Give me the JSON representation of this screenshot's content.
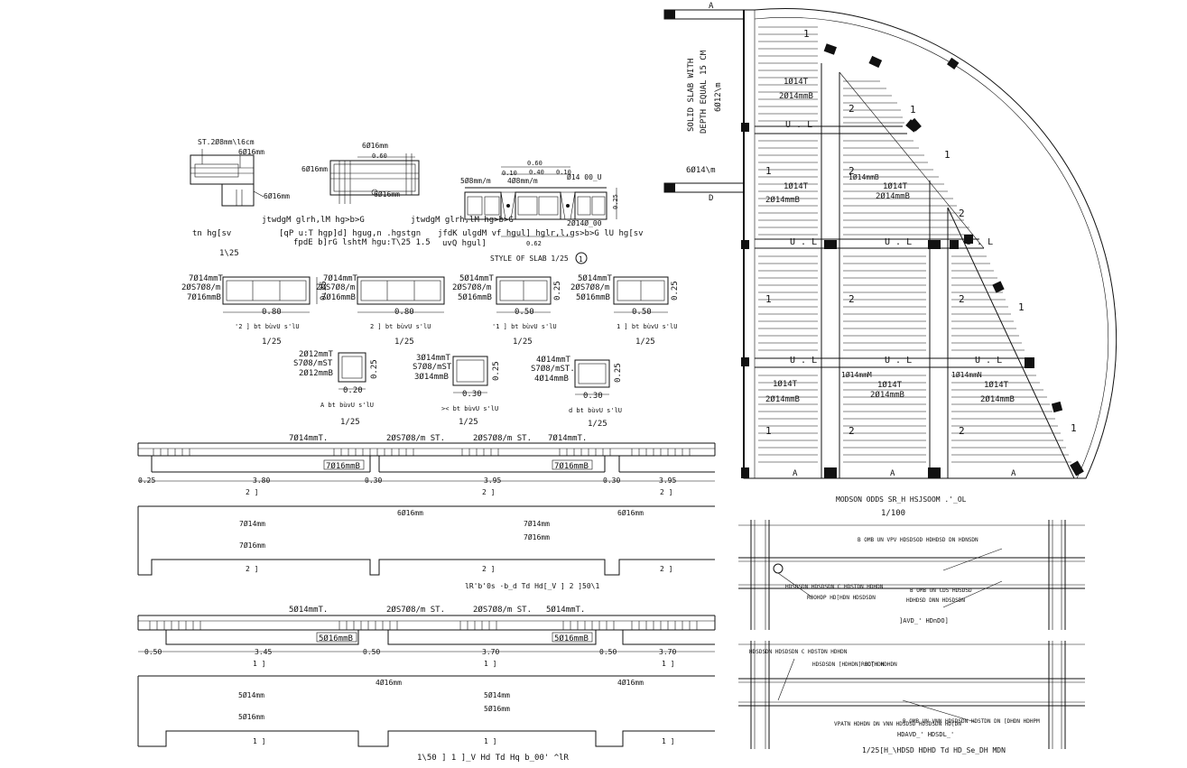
{
  "cad": {
    "details": {
      "d1_top": "ST.2Ø8mm\\l6cm",
      "d1_bar1": "6Ø16mm",
      "d1_bar2": "6Ø16mm",
      "d2_top": "6Ø16mm",
      "d2_dim": "0.60",
      "d2_left": "6Ø16mm",
      "d2_bottom": "6Ø16mm",
      "style_dim1": "0.60",
      "style_dim2": "0.10",
      "style_dim3": "0.40",
      "style_dim4": "0.10",
      "style_top": "Ø14 00_U",
      "style_mesh1": "5Ø8mm/m",
      "style_mesh2": "4Ø8mm/m",
      "style_dim5": "0.25",
      "style_bot": "2Ø14Ø_00",
      "style_width": "0.62",
      "style_label": "STYLE OF SLAB 1/25",
      "style_num": "1",
      "d1_caption": "tn hg[sv",
      "d1_scale": "1\\25",
      "d2_caption1": "jtwdgM glrh,lM hg>b>G",
      "d2_caption2": "[qP u:T hgp]d] hgug,n .hgstgn",
      "d2_caption3": "fpdE b]rG lshtM hgu:T\\25   1.5",
      "d3_caption1": "jtwdgM glrh,lM hg>b>G",
      "d3_caption2": "jfdK ulgdM vf hgul] hglr,l,gs>b>G lU hg[sv",
      "d3_caption3": "uvQ hgul]"
    },
    "beams": [
      {
        "top": "7Ø14mmT",
        "mid": "2ØS7Ø8/m",
        "bot": "7Ø16mmB",
        "w": "0.80",
        "cap": "'2 ] bt bùvU s'lU",
        "scale": "1/25"
      },
      {
        "top": "7Ø14mmT",
        "mid": "2ØS7Ø8/m",
        "bot": "7Ø16mmB",
        "w": "0.80",
        "cap": "2 ] bt bùvU s'lU",
        "scale": "1/25"
      },
      {
        "top": "5Ø14mmT",
        "mid": "2ØS7Ø8/m",
        "bot": "5Ø16mmB",
        "w": "0.50",
        "cap": "'1 ] bt bùvU s'lU",
        "scale": "1/25"
      },
      {
        "top": "5Ø14mmT",
        "mid": "2ØS7Ø8/m",
        "bot": "5Ø16mmB",
        "w": "0.50",
        "cap": "1 ] bt bùvU s'lU",
        "scale": "1/25"
      }
    ],
    "beam_depth": "0.25",
    "columns": [
      {
        "top": "2Ø12mmT",
        "mid": "S7Ø8/mST",
        "bot": "2Ø12mmB",
        "w": "0.20",
        "cap": "A bt bùvU s'lU",
        "scale": "1/25"
      },
      {
        "top": "3Ø14mmT",
        "mid": "S7Ø8/mST",
        "bot": "3Ø14mmB",
        "w": "0.30",
        "cap": ">< bt bùvU s'lU",
        "scale": "1/25"
      },
      {
        "top": "4Ø14mmT",
        "mid": "S7Ø8/mST.",
        "bot": "4Ø14mmB",
        "w": "0.30",
        "cap": "d bt bùvU s'lU",
        "scale": "1/25"
      }
    ],
    "column_depth": "0.25",
    "elev1": {
      "top_left": "7Ø14mmT.",
      "stir1": "2ØS7Ø8/m  ST.",
      "stir2": "2ØS7Ø8/m  ST.",
      "top_right": "7Ø14mmT.",
      "bot1": "7Ø16mmB",
      "bot2": "7Ø16mmB",
      "d_edge1": "0.25",
      "span1": "3.80",
      "d_sup1": "0.30",
      "span2": "3.95",
      "d_sup2": "0.30",
      "span3": "3.95",
      "lbl1": "2 ]",
      "lbl2": "2 ]",
      "lbl3": "2 ]",
      "b_top1": "6Ø16mm",
      "b_top2": "6Ø16mm",
      "b_m1": "7Ø14mm",
      "b_m2": "7Ø14mm",
      "b_m3": "7Ø16mm",
      "b_m4": "7Ø16mm",
      "b_lbl1": "2 ]",
      "b_lbl2": "2 ]",
      "b_lbl3": "2 ]",
      "caption": "lR'b'0s ·b_d Td Hd[_V ]  2  ]50\\1"
    },
    "elev2": {
      "top_left": "5Ø14mmT.",
      "stir1": "2ØS7Ø8/m  ST.",
      "stir2": "2ØS7Ø8/m  ST.",
      "top_right": "5Ø14mmT.",
      "bot1": "5Ø16mmB",
      "bot2": "5Ø16mmB",
      "d_edge1": "0.50",
      "span1": "3.45",
      "d_sup1": "0.50",
      "span2": "3.70",
      "d_sup2": "0.50",
      "span3": "3.70",
      "lbl1": "1 ]",
      "lbl2": "1 ]",
      "lbl3": "1 ]",
      "b_top1": "4Ø16mm",
      "b_top2": "4Ø16mm",
      "b_m1": "5Ø14mm",
      "b_m2": "5Ø14mm",
      "b_m3": "5Ø16mm",
      "b_m4": "5Ø16mm",
      "b_lbl1": "1 ]",
      "b_lbl2": "1 ]",
      "b_lbl3": "1 ]",
      "caption": "1\\50  ] 1  ]_V Hd Td Hq b_00' ^lR"
    },
    "plan": {
      "solid1": "SOLID SLAB WITH",
      "solid2": "DEPTH EQUAL 15 CM",
      "solid3": "6Ø12\\m",
      "bar_left": "6Ø14\\m",
      "axisA": "A",
      "axisD": "D",
      "r1_a": "1Ø14T",
      "r1_b": "2Ø14mmB",
      "r2_a": "1Ø14T",
      "r2_b": "2Ø14mmB",
      "r2_c": "1Ø14mmB",
      "r2_d": "1Ø14T",
      "r2_e": "2Ø14mmB",
      "r4_a": "1Ø14T",
      "r4_b": "2Ø14mmB",
      "r4_c": "1Ø14mmM",
      "r4_d": "1Ø14T",
      "r4_e": "2Ø14mmB",
      "r4_f": "1Ø14mmN",
      "r4_g": "1Ø14T",
      "r4_h": "2Ø14mmB",
      "ul": "U . L",
      "m1": "1",
      "m2": "2",
      "bottomA": "A",
      "title": "MODSON ODDS SR_H HSJSOOM  .'_OL",
      "scale": "1/100"
    },
    "detail": {
      "t1": "B OMB UN VPV HDSDSOD HDHDSD DN HDNSDN",
      "t2": "HDSDSDN HDSDSDN C HDSTDN HDHDN",
      "t3": "ROOHDP HD[HDN HDSDSDN",
      "t4": "B OMB UN CDS HDSDSD",
      "t5": "HDHDSD DNN HDSDSDN",
      "t6": "]AVD_' HDnDO]",
      "t7": "HDSDSDN HDSDSDN C HDSTDN HDHDN",
      "t8": "HDSDSDN [HDHDN] HD[HDN",
      "t9": "ROCTH HDHDN",
      "t10": "B OMB UN VNN HDSDSDN HDSTDN DN [DHDN HDHPM",
      "t11": "VPATN HDHDN DN VNN HDSDSD HDSDSDN HD[DN",
      "t12": "HDAVD_' HDSDL_'",
      "caption": "1/25[H_\\HDSD HDHD Td HD_Se_DH MDN"
    }
  }
}
